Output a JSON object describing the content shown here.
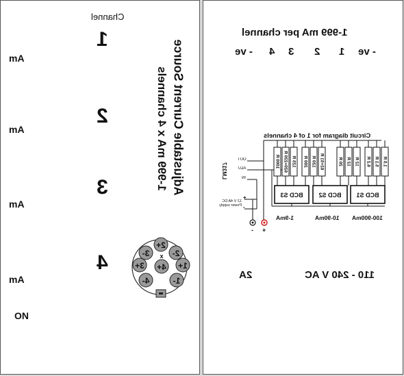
{
  "left_panel": {
    "channel_header": "Channel",
    "channel_numbers": [
      "1",
      "2",
      "3",
      "4"
    ],
    "ma_labels": [
      "mA",
      "mA",
      "mA",
      "mA"
    ],
    "on_label": "ON",
    "title_line1": "Adjustable Current Source",
    "title_line2": "1-999 mA x 4 channels",
    "connector_pins": [
      "2+",
      "2-",
      "3-",
      "x",
      "3+",
      "4+",
      "1+",
      "4-",
      "1-"
    ]
  },
  "right_panel": {
    "range_label": "1-999 mA per channel",
    "terminal_labels": [
      "- ve",
      "1",
      "2",
      "3",
      "4",
      "- ve"
    ],
    "voltage_label": "110 - 240 V AC",
    "fuse_label": "2A",
    "diagram": {
      "title": "Circuit diagram for 1 of 4 channels",
      "regulator": "LM317",
      "pin_out": "OUT",
      "pin_adj": "ADJ",
      "pin_in": "IN",
      "supply_label": "12 V 4A DC Power supply",
      "supply_plus": "+",
      "supply_minus": "-",
      "switches": [
        "BCD S3",
        "BCD S2",
        "BCD S1"
      ],
      "ranges": [
        "1-9mA",
        "10-90mA",
        "100-900mA"
      ],
      "resistors": [
        "1000 R",
        "620+220 R",
        "125 R",
        "200 R",
        "120 R",
        "62+51 R",
        "20 R",
        "12 R",
        "12 R",
        "6.2 R",
        "5.1 R",
        "1.5 R"
      ],
      "out_minus": "-",
      "out_plus": "+"
    }
  },
  "colors": {
    "background": "#d8d8d8",
    "panel": "#ffffff",
    "ink": "#111111",
    "knob": "#9a9a9a",
    "terminal_red": "#d01010"
  }
}
